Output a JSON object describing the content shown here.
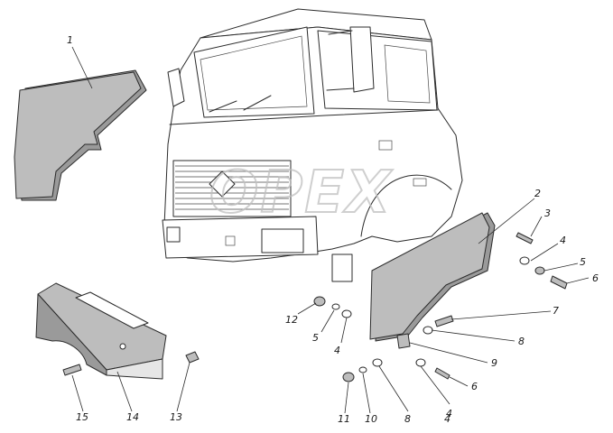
{
  "watermark": "OPEX",
  "callouts": [
    {
      "id": "c1",
      "label": "1"
    },
    {
      "id": "c2",
      "label": "2"
    },
    {
      "id": "c3",
      "label": "3"
    },
    {
      "id": "c4a",
      "label": "4"
    },
    {
      "id": "c5a",
      "label": "5"
    },
    {
      "id": "c6a",
      "label": "6"
    },
    {
      "id": "c7",
      "label": "7"
    },
    {
      "id": "c8a",
      "label": "8"
    },
    {
      "id": "c9",
      "label": "9"
    },
    {
      "id": "c4b",
      "label": "4"
    },
    {
      "id": "c6b",
      "label": "6"
    },
    {
      "id": "c12",
      "label": "12"
    },
    {
      "id": "c5b",
      "label": "5"
    },
    {
      "id": "c4c",
      "label": "4"
    },
    {
      "id": "c11",
      "label": "11"
    },
    {
      "id": "c10",
      "label": "10"
    },
    {
      "id": "c8b",
      "label": "8"
    },
    {
      "id": "c4d",
      "label": "4"
    },
    {
      "id": "c15",
      "label": "15"
    },
    {
      "id": "c14",
      "label": "14"
    },
    {
      "id": "c13",
      "label": "13"
    }
  ]
}
